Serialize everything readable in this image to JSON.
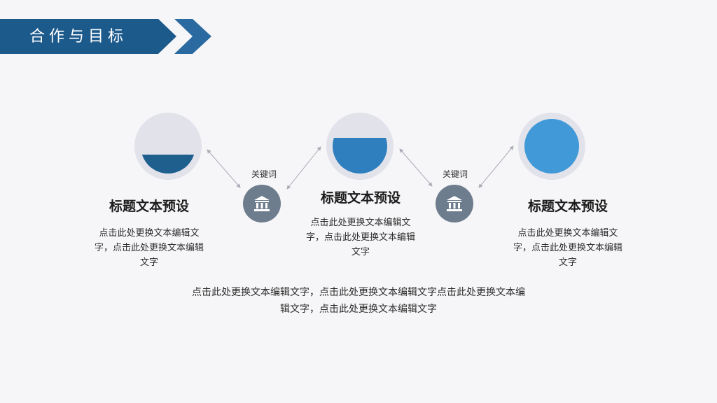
{
  "header": {
    "title": "合作与目标"
  },
  "colors": {
    "banner_dark": "#1d5a8c",
    "banner_mid": "#2a6aa0",
    "fill_1": "#1f5f8e",
    "fill_2": "#2f7fbf",
    "fill_3": "#4199d8",
    "badge": "#6e7d8e",
    "ring": "#e2e3ea"
  },
  "cards": [
    {
      "title": "标题文本预设",
      "body": "点击此处更换文本编辑文字，点击此处更换文本编辑文字",
      "fill_level": 0.35
    },
    {
      "title": "标题文本预设",
      "body": "点击此处更换文本编辑文字，点击此处更换文本编辑文字",
      "fill_level": 0.65
    },
    {
      "title": "标题文本预设",
      "body": "点击此处更换文本编辑文字，点击此处更换文本编辑文字",
      "fill_level": 1.0
    }
  ],
  "connectors": [
    {
      "keyword": "关键词",
      "icon": "bank-icon"
    },
    {
      "keyword": "关键词",
      "icon": "bank-icon"
    }
  ],
  "summary": "点击此处更换文本编辑文字，点击此处更换文本编辑文字点击此处更换文本编辑文字，点击此处更换文本编辑文字"
}
